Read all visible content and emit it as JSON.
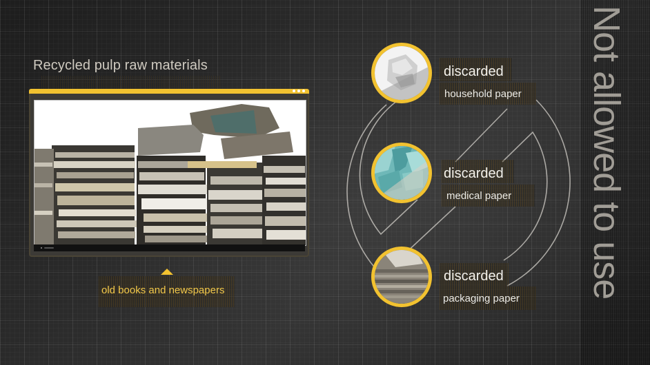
{
  "left_panel": {
    "title": "Recycled pulp raw materials",
    "image_alt": "stacks of old books",
    "caption": "old books and newspapers"
  },
  "right_panel": {
    "items": [
      {
        "main": "discarded",
        "sub": "household paper",
        "image": "crumpled-paper"
      },
      {
        "main": "discarded",
        "sub": "medical paper",
        "image": "medical-paper"
      },
      {
        "main": "discarded",
        "sub": "packaging paper",
        "image": "cardboard-stack"
      }
    ]
  },
  "side_text": "Not allowed to use",
  "colors": {
    "accent": "#f2c230",
    "background": "#2b2b2b",
    "title_text": "#cfcac0",
    "caption_text": "#f2c84a",
    "side_text": "#a19d96"
  }
}
